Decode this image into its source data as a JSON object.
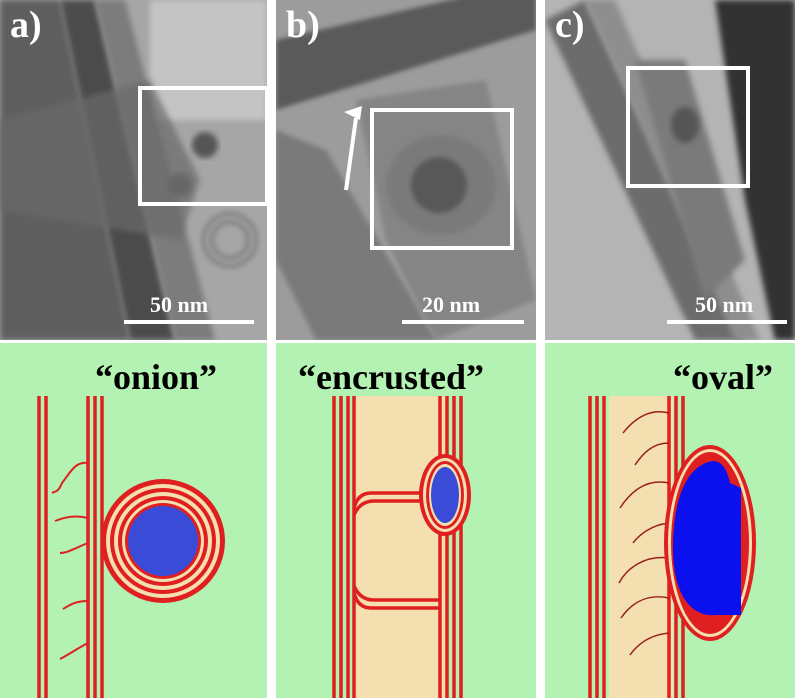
{
  "panels": [
    {
      "label": "a)",
      "scale": "50 nm",
      "title": "“onion”"
    },
    {
      "label": "b)",
      "scale": "20 nm",
      "title": "“encrusted”"
    },
    {
      "label": "c)",
      "scale": "50 nm",
      "title": "“oval”"
    }
  ],
  "colors": {
    "background_green": "#b3f2b3",
    "tube_red": "#e02020",
    "inner_beige": "#f3dfb0",
    "particle_blue": "#3a4bd8",
    "particle_blue_bright": "#0a10ee",
    "tem_gray": "#9a9a9a"
  }
}
